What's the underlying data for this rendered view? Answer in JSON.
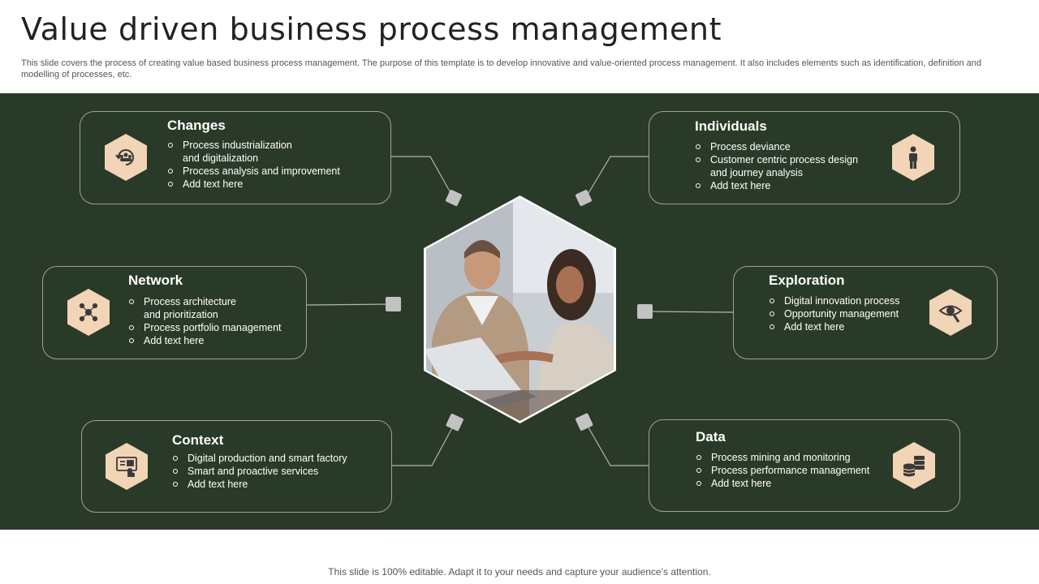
{
  "header": {
    "title": "Value driven business process management",
    "subtitle": "This slide covers the process of creating value based business process management. The purpose of this template is to develop innovative and value-oriented process management. It also includes elements such as  identification, definition and modelling of processes, etc."
  },
  "cards": {
    "changes": {
      "title": "Changes",
      "icon": "team-cycle-icon",
      "items": [
        "Process industrialization",
        "and digitalization",
        "Process analysis and improvement",
        "Add text here"
      ]
    },
    "individuals": {
      "title": "Individuals",
      "icon": "person-icon",
      "items": [
        "Process deviance",
        "Customer centric process design",
        "and journey analysis",
        "Add text here"
      ]
    },
    "network": {
      "title": "Network",
      "icon": "network-icon",
      "items": [
        "Process architecture",
        "and prioritization",
        "Process portfolio management",
        "Add text here"
      ]
    },
    "exploration": {
      "title": "Exploration",
      "icon": "eye-magnifier-icon",
      "items": [
        "Digital innovation process",
        "Opportunity management",
        "Add text here"
      ]
    },
    "context": {
      "title": "Context",
      "icon": "touch-screen-icon",
      "items": [
        "Digital production and smart factory",
        "Smart and proactive services",
        "Add text here"
      ]
    },
    "data": {
      "title": "Data",
      "icon": "database-icon",
      "items": [
        "Process mining and monitoring",
        "Process performance  management",
        "Add text here"
      ]
    }
  },
  "center_image": "business-meeting-photo",
  "footer": {
    "text": "This slide is 100% editable. Adapt it to your needs and capture your audience’s attention."
  },
  "colors": {
    "band": "#2a3a28",
    "icon_fill": "#f2d4b6",
    "connector": "#b5b5b5",
    "card_border": "#9aa596"
  }
}
